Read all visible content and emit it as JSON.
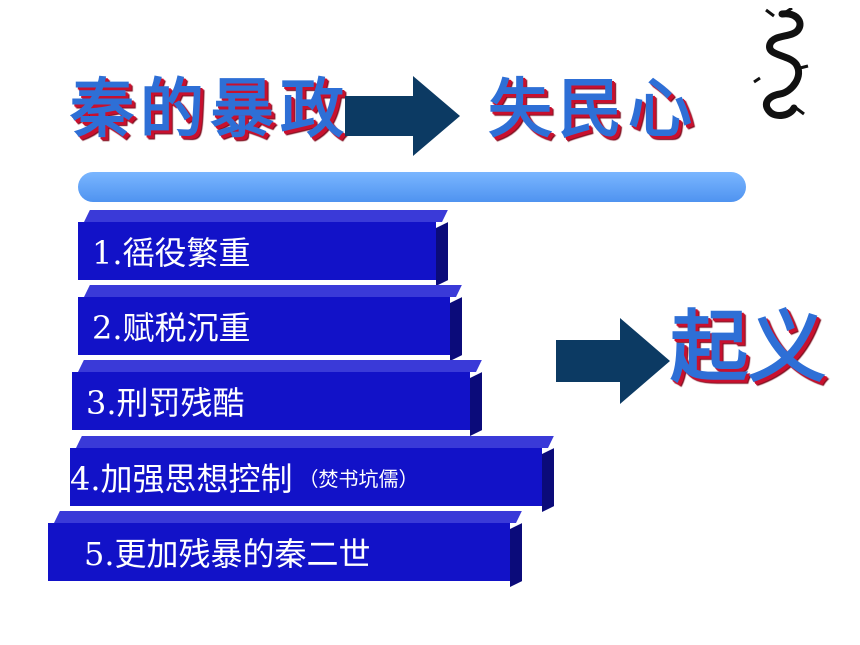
{
  "title_left": "秦的暴政",
  "title_right": "失民心",
  "title_result": "起义",
  "items": [
    "1.徭役繁重",
    "2.赋税沉重",
    "3.刑罚残酷",
    "4.加强思想控制",
    "5.更加残暴的秦二世"
  ],
  "item4_note": "（焚书坑儒）",
  "colors": {
    "box": "#1212c8",
    "arrow": "#0c3a63",
    "title": "#2e6fd6",
    "title_shadow": "#c8102e",
    "bar": "#5aa2f7"
  },
  "icons": {
    "arrow": "right-arrow-icon",
    "decoration": "dragon-icon"
  }
}
